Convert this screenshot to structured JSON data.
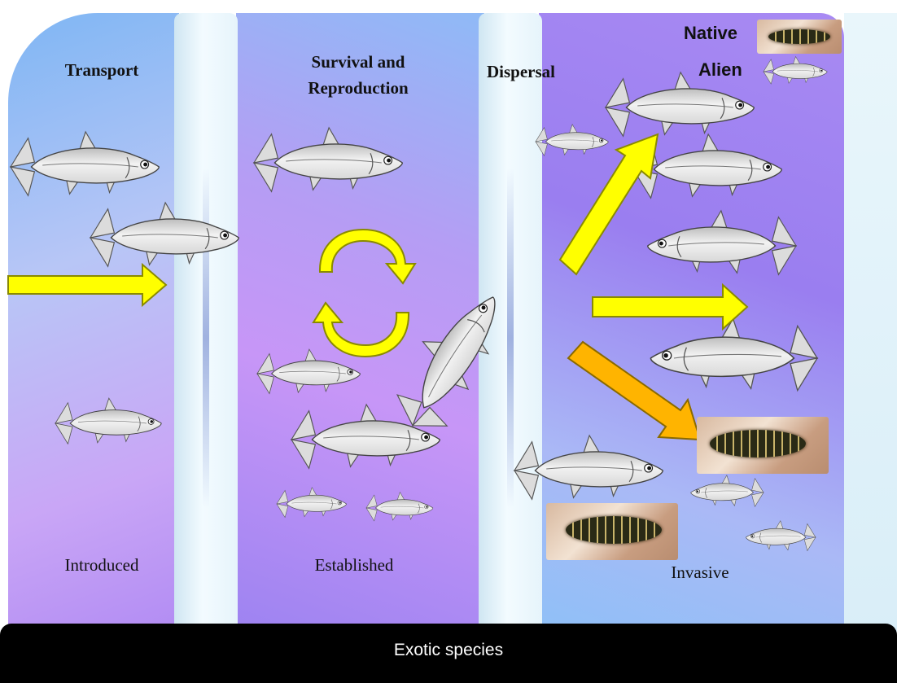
{
  "stages": {
    "transport": "Transport",
    "survival_line1": "Survival and",
    "survival_line2": "Reproduction",
    "dispersal": "Dispersal"
  },
  "status": {
    "introduced": "Introduced",
    "established": "Established",
    "invasive": "Invasive"
  },
  "legend": {
    "native": "Native",
    "alien": "Alien"
  },
  "footer": {
    "label": "Exotic species"
  },
  "colors": {
    "arrow_yellow": "#ffff00",
    "arrow_orange": "#ffb400",
    "arrow_outline": "#8a8a00",
    "footer_bg": "#000000"
  },
  "icons": [
    "alien-fish-icon",
    "native-fish-photo",
    "cycle-arrows-icon",
    "arrow-icon"
  ]
}
